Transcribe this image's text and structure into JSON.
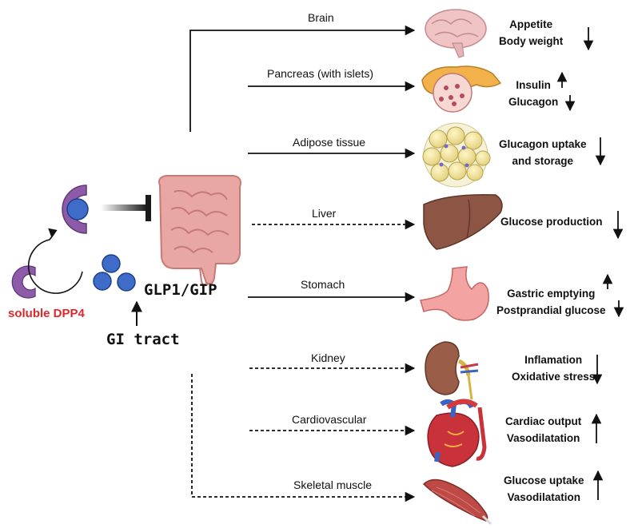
{
  "colors": {
    "dpp4_purple": "#8e5ba8",
    "incretin_blue": "#3f6cc9",
    "intestine_pink": "#e8a7a3",
    "label_red": "#e0262b"
  },
  "left": {
    "soluble_label": "soluble DPP4",
    "hormone_label": "GLP1/GIP",
    "source_label": "GI tract"
  },
  "targets": [
    {
      "name": "Brain",
      "connector": "solid",
      "effects": [
        "Appetite",
        "Body weight"
      ],
      "arrows": [
        "down"
      ],
      "icon": "brain-icon"
    },
    {
      "name": "Pancreas (with islets)",
      "connector": "solid",
      "effects": [
        "Insulin",
        "Glucagon"
      ],
      "arrows": [
        "up",
        "down"
      ],
      "icon": "pancreas-icon"
    },
    {
      "name": "Adipose tissue",
      "connector": "solid",
      "effects": [
        "Glucagon uptake",
        "and storage"
      ],
      "arrows": [
        "down"
      ],
      "icon": "adipose-icon"
    },
    {
      "name": "Liver",
      "connector": "dashed",
      "effects": [
        "Glucose production"
      ],
      "arrows": [
        "down"
      ],
      "icon": "liver-icon"
    },
    {
      "name": "Stomach",
      "connector": "solid",
      "effects": [
        "Gastric emptying",
        "Postprandial glucose"
      ],
      "arrows": [
        "up",
        "down"
      ],
      "icon": "stomach-icon"
    },
    {
      "name": "Kidney",
      "connector": "dashed",
      "effects": [
        "Inflamation",
        "Oxidative stress"
      ],
      "arrows": [
        "down"
      ],
      "icon": "kidney-icon"
    },
    {
      "name": "Cardiovascular",
      "connector": "dashed",
      "effects": [
        "Cardiac output",
        "Vasodilatation"
      ],
      "arrows": [
        "up"
      ],
      "icon": "heart-icon"
    },
    {
      "name": "Skeletal muscle",
      "connector": "dashed",
      "effects": [
        "Glucose uptake",
        "Vasodilatation"
      ],
      "arrows": [
        "up"
      ],
      "icon": "muscle-icon"
    }
  ]
}
